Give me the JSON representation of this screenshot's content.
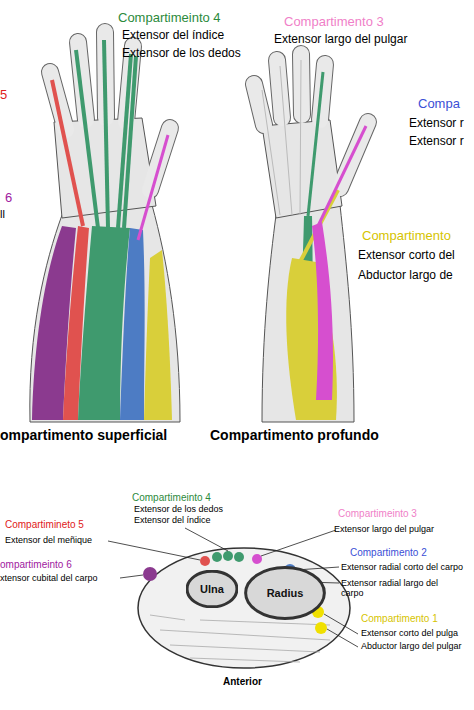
{
  "diagram": {
    "nodes": [
      {
        "text": [
          "Ulna"
        ]
      },
      {
        "text": [
          "Radius"
        ]
      }
    ],
    "labels": [
      "Compartimeinto 4",
      "Extensor del índice",
      "Extensor de los dedos",
      "Compartimento 3",
      "Extensor largo del pulgar",
      "5",
      "6",
      "ll",
      "Compa",
      "Extensor r",
      "Extensor r",
      "Compartimento",
      "Extensor corto del",
      "Abductor largo de",
      "ompartimento superficial",
      "Compartimento profundo",
      "Compartimeinto 4",
      "Extensor de los dedos",
      "Extensor del índice",
      "Compartimeinto 3",
      "Extensor largo del pulgar",
      "Compartimineto 5",
      "Extensor del meñique",
      "ompartimeinto 6",
      "xtensor cubital del carpo",
      "Compartimento 2",
      "Extensor radial corto del carpo",
      "Extensor radial largo del carpo",
      "Compartimento 1",
      "Extensor corto del pulga",
      "Abductor largo del pulgar",
      "Anterior"
    ]
  }
}
